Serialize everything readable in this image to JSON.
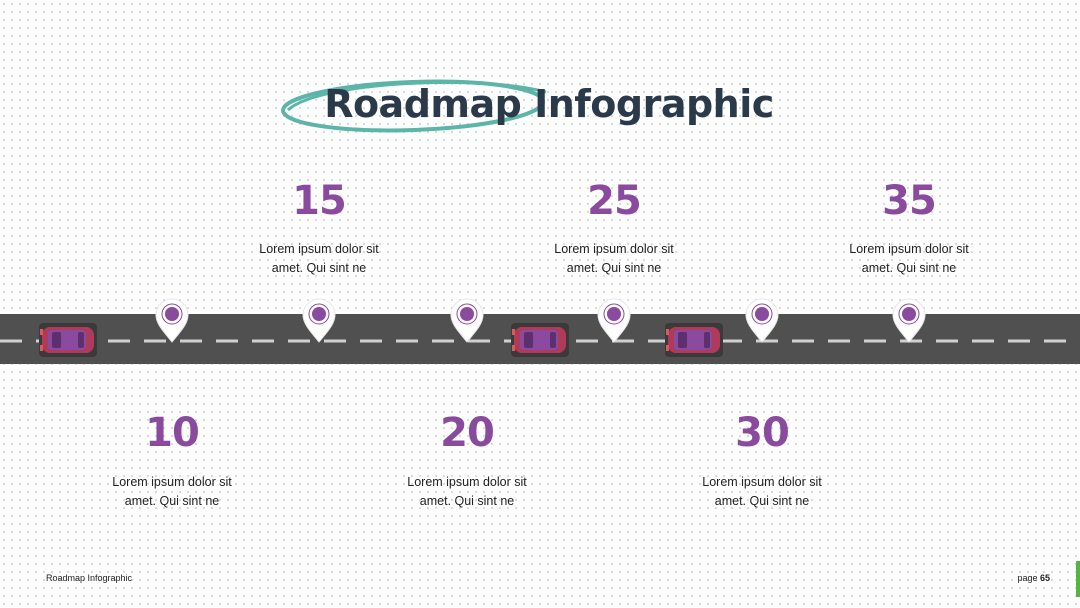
{
  "title": "Roadmap Infographic",
  "accent_color": "#8a4a9e",
  "swoosh_color": "#5bb5a8",
  "milestones_top": [
    {
      "number": "15",
      "text_line1": "Lorem ipsum dolor sit",
      "text_line2": "amet. Qui sint ne"
    },
    {
      "number": "25",
      "text_line1": "Lorem ipsum dolor sit",
      "text_line2": "amet. Qui sint ne"
    },
    {
      "number": "35",
      "text_line1": "Lorem ipsum dolor sit",
      "text_line2": "amet. Qui sint ne"
    }
  ],
  "milestones_bottom": [
    {
      "number": "10",
      "text_line1": "Lorem ipsum dolor sit",
      "text_line2": "amet. Qui sint ne"
    },
    {
      "number": "20",
      "text_line1": "Lorem ipsum dolor sit",
      "text_line2": "amet. Qui sint ne"
    },
    {
      "number": "30",
      "text_line1": "Lorem ipsum dolor sit",
      "text_line2": "amet. Qui sint ne"
    }
  ],
  "footer": {
    "left": "Roadmap Infographic",
    "page_label": "page",
    "page_number": "65"
  }
}
